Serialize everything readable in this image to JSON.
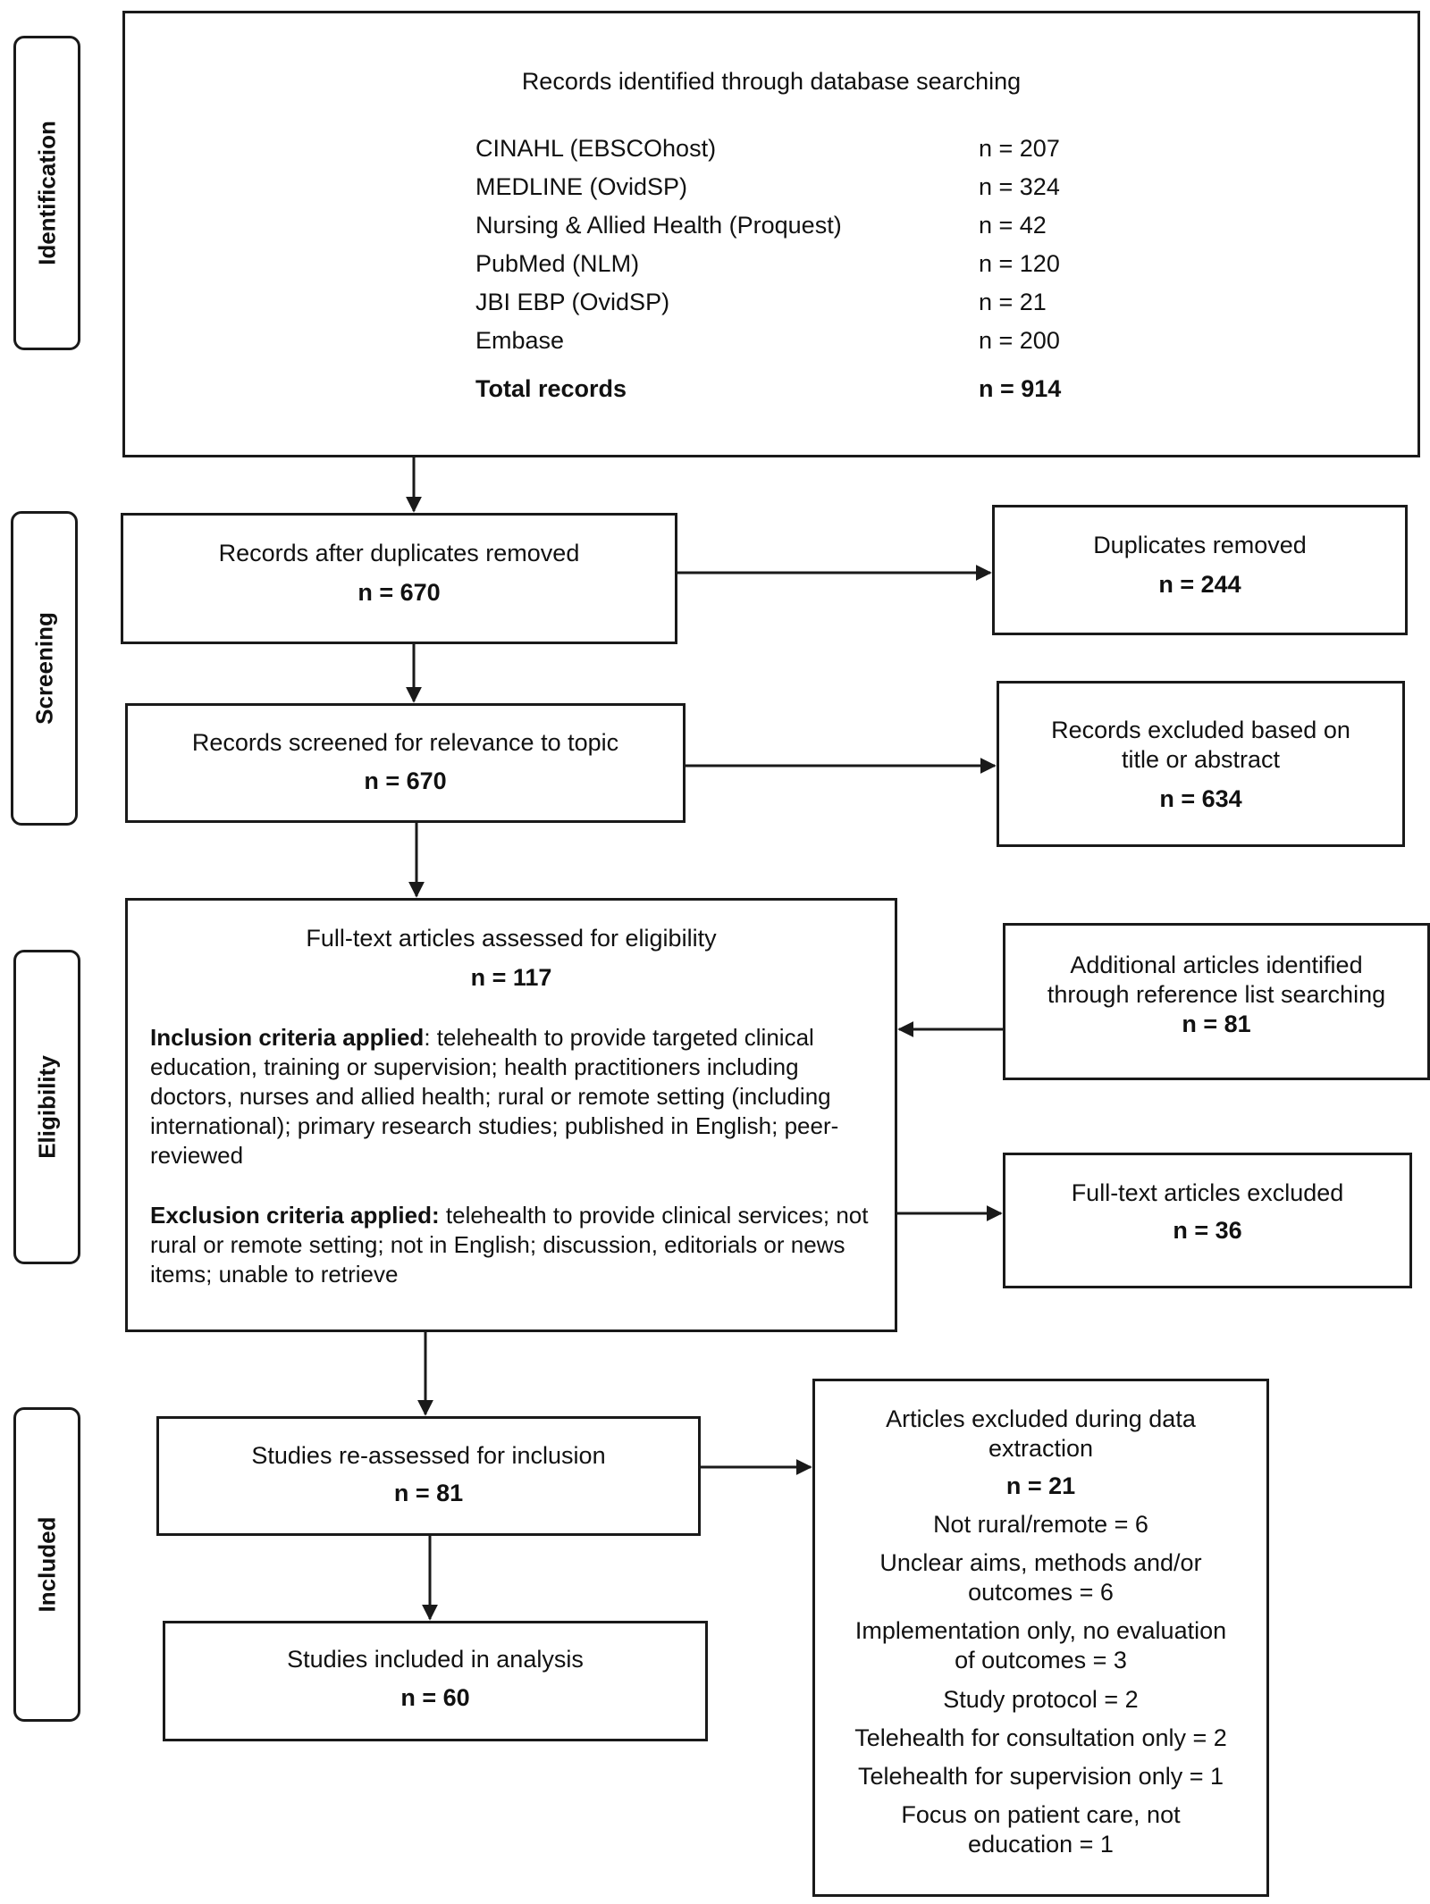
{
  "stages": {
    "identification": "Identification",
    "screening": "Screening",
    "eligibility": "Eligibility",
    "included": "Included"
  },
  "identified": {
    "title": "Records identified through database searching",
    "rows": [
      {
        "name": "CINAHL (EBSCOhost)",
        "n": "n = 207"
      },
      {
        "name": "MEDLINE (OvidSP)",
        "n": "n = 324"
      },
      {
        "name": "Nursing & Allied Health (Proquest)",
        "n": "n = 42"
      },
      {
        "name": "PubMed (NLM)",
        "n": "n = 120"
      },
      {
        "name": "JBI EBP (OvidSP)",
        "n": "n = 21"
      },
      {
        "name": "Embase",
        "n": "n = 200"
      }
    ],
    "total_label": "Total records",
    "total_n": "n = 914"
  },
  "after_duplicates": {
    "title": "Records after duplicates removed",
    "n": "n = 670"
  },
  "duplicates": {
    "title": "Duplicates removed",
    "n": "n = 244"
  },
  "screened": {
    "title": "Records screened for relevance to topic",
    "n": "n = 670"
  },
  "excluded_title": {
    "line1": "Records excluded based on",
    "line2": "title or abstract",
    "n": "n = 634"
  },
  "fulltext": {
    "title": "Full-text articles assessed for eligibility",
    "n": "n = 117",
    "inclusion_label": "Inclusion criteria applied",
    "inclusion_text": ": telehealth to provide targeted clinical education, training or supervision; health practitioners including doctors, nurses and allied health; rural or remote setting (including international); primary research studies; published in English; peer-reviewed",
    "exclusion_label": "Exclusion criteria applied:",
    "exclusion_text": " telehealth to provide clinical services; not rural or remote setting; not in English; discussion, editorials or news items; unable to retrieve"
  },
  "additional": {
    "line1": "Additional articles identified",
    "line2": "through reference list searching",
    "n": "n = 81"
  },
  "fulltext_excluded": {
    "title": "Full-text articles excluded",
    "n": "n = 36"
  },
  "reassessed": {
    "title": "Studies re-assessed for inclusion",
    "n": "n = 81"
  },
  "included": {
    "title": "Studies included in analysis",
    "n": "n = 60"
  },
  "extraction": {
    "line1": "Articles excluded during data",
    "line2": "extraction",
    "n": "n = 21",
    "r1": "Not rural/remote = 6",
    "r2a": "Unclear aims, methods and/or",
    "r2b": "outcomes = 6",
    "r3a": "Implementation only, no evaluation",
    "r3b": "of outcomes = 3",
    "r4": "Study protocol = 2",
    "r5": "Telehealth for consultation only = 2",
    "r6": "Telehealth for supervision only = 1",
    "r7a": "Focus on patient care, not",
    "r7b": "education = 1"
  }
}
